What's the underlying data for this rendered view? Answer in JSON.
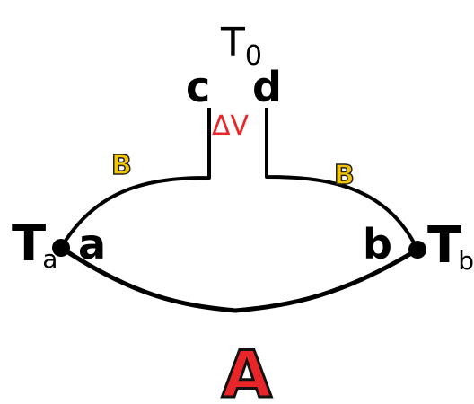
{
  "labels": {
    "t0_main": "T",
    "t0_sub": "0",
    "c": "c",
    "d": "d",
    "delta_v": "ΔV",
    "b_left": "B",
    "b_right": "B",
    "ta_main": "T",
    "ta_sub": "a",
    "a": "a",
    "b_node": "b",
    "tb_main": "T",
    "tb_sub": "b",
    "wire_a": "A"
  },
  "colors": {
    "wire": "#000000",
    "label": "#000000",
    "delta_v": "#e8262a",
    "metal_b_fill": "#f3c400",
    "metal_b_stroke": "#222222",
    "metal_a_fill": "#e8262a",
    "metal_a_stroke": "#111111"
  }
}
